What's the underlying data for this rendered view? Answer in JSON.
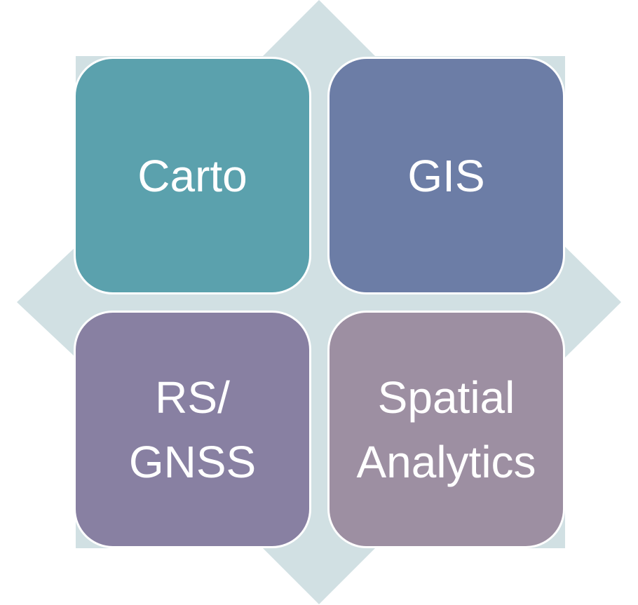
{
  "diagram": {
    "type": "quadrant-matrix",
    "background_color": "#d1e0e3",
    "quadrants": [
      {
        "position": "top-left",
        "label": "Carto",
        "color": "#5ba1ad"
      },
      {
        "position": "top-right",
        "label": "GIS",
        "color": "#6c7da6"
      },
      {
        "position": "bottom-left",
        "label": "RS/\nGNSS",
        "color": "#8880a2"
      },
      {
        "position": "bottom-right",
        "label": "Spatial\nAnalytics",
        "color": "#9d8fa2"
      }
    ]
  }
}
